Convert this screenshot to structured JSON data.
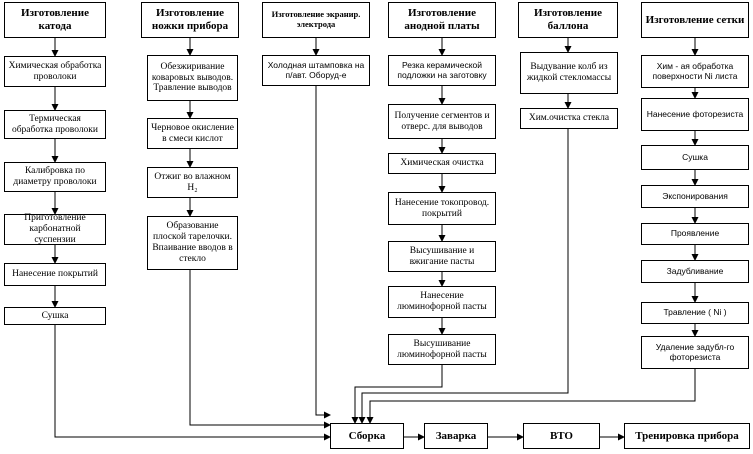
{
  "columns": [
    {
      "header": "Изготовление катода",
      "steps": [
        "Химическая обработка проволоки",
        "Термическая обработка проволоки",
        "Калибровка по диаметру проволоки",
        "Приготовление карбонатной суспензии",
        "Нанесение покрытий",
        "Сушка"
      ]
    },
    {
      "header": "Изготовление ножки прибора",
      "steps": [
        "Обезжиривание коваровых выводов. Травление выводов",
        "Черновое окисление в смеси кислот",
        "Отжиг во влажном H₂",
        "Образование плоской тарелочки. Впаивание вводов в стекло"
      ]
    },
    {
      "header": "Изготовление экранир. электрода",
      "steps": [
        "Холодная штамповка на п/авт. Оборуд-е"
      ]
    },
    {
      "header": "Изготовление анодной платы",
      "steps": [
        "Резка керамической подложки на заготовку",
        "Получение сегментов и отверс. для выводов",
        "Химическая очистка",
        "Нанесение токопровод. покрытий",
        "Высушивание и вжигание пасты",
        "Нанесение люминофорной пасты",
        "Высушивание люминофорной пасты"
      ]
    },
    {
      "header": "Изготовление баллона",
      "steps": [
        "Выдувание колб из жидкой стекломассы",
        "Хим.очистка стекла"
      ]
    },
    {
      "header": "Изготовление сетки",
      "steps": [
        "Хим - ая обработка поверхности Ni листа",
        "Нанесение фоторезиста",
        "Сушка",
        "Экспонирования",
        "Проявление",
        "Задубливание",
        "Травление ( Ni )",
        "Удаление задубл-го фоторезиста"
      ]
    }
  ],
  "final": [
    "Сборка",
    "Заварка",
    "ВТО",
    "Тренировка прибора"
  ]
}
